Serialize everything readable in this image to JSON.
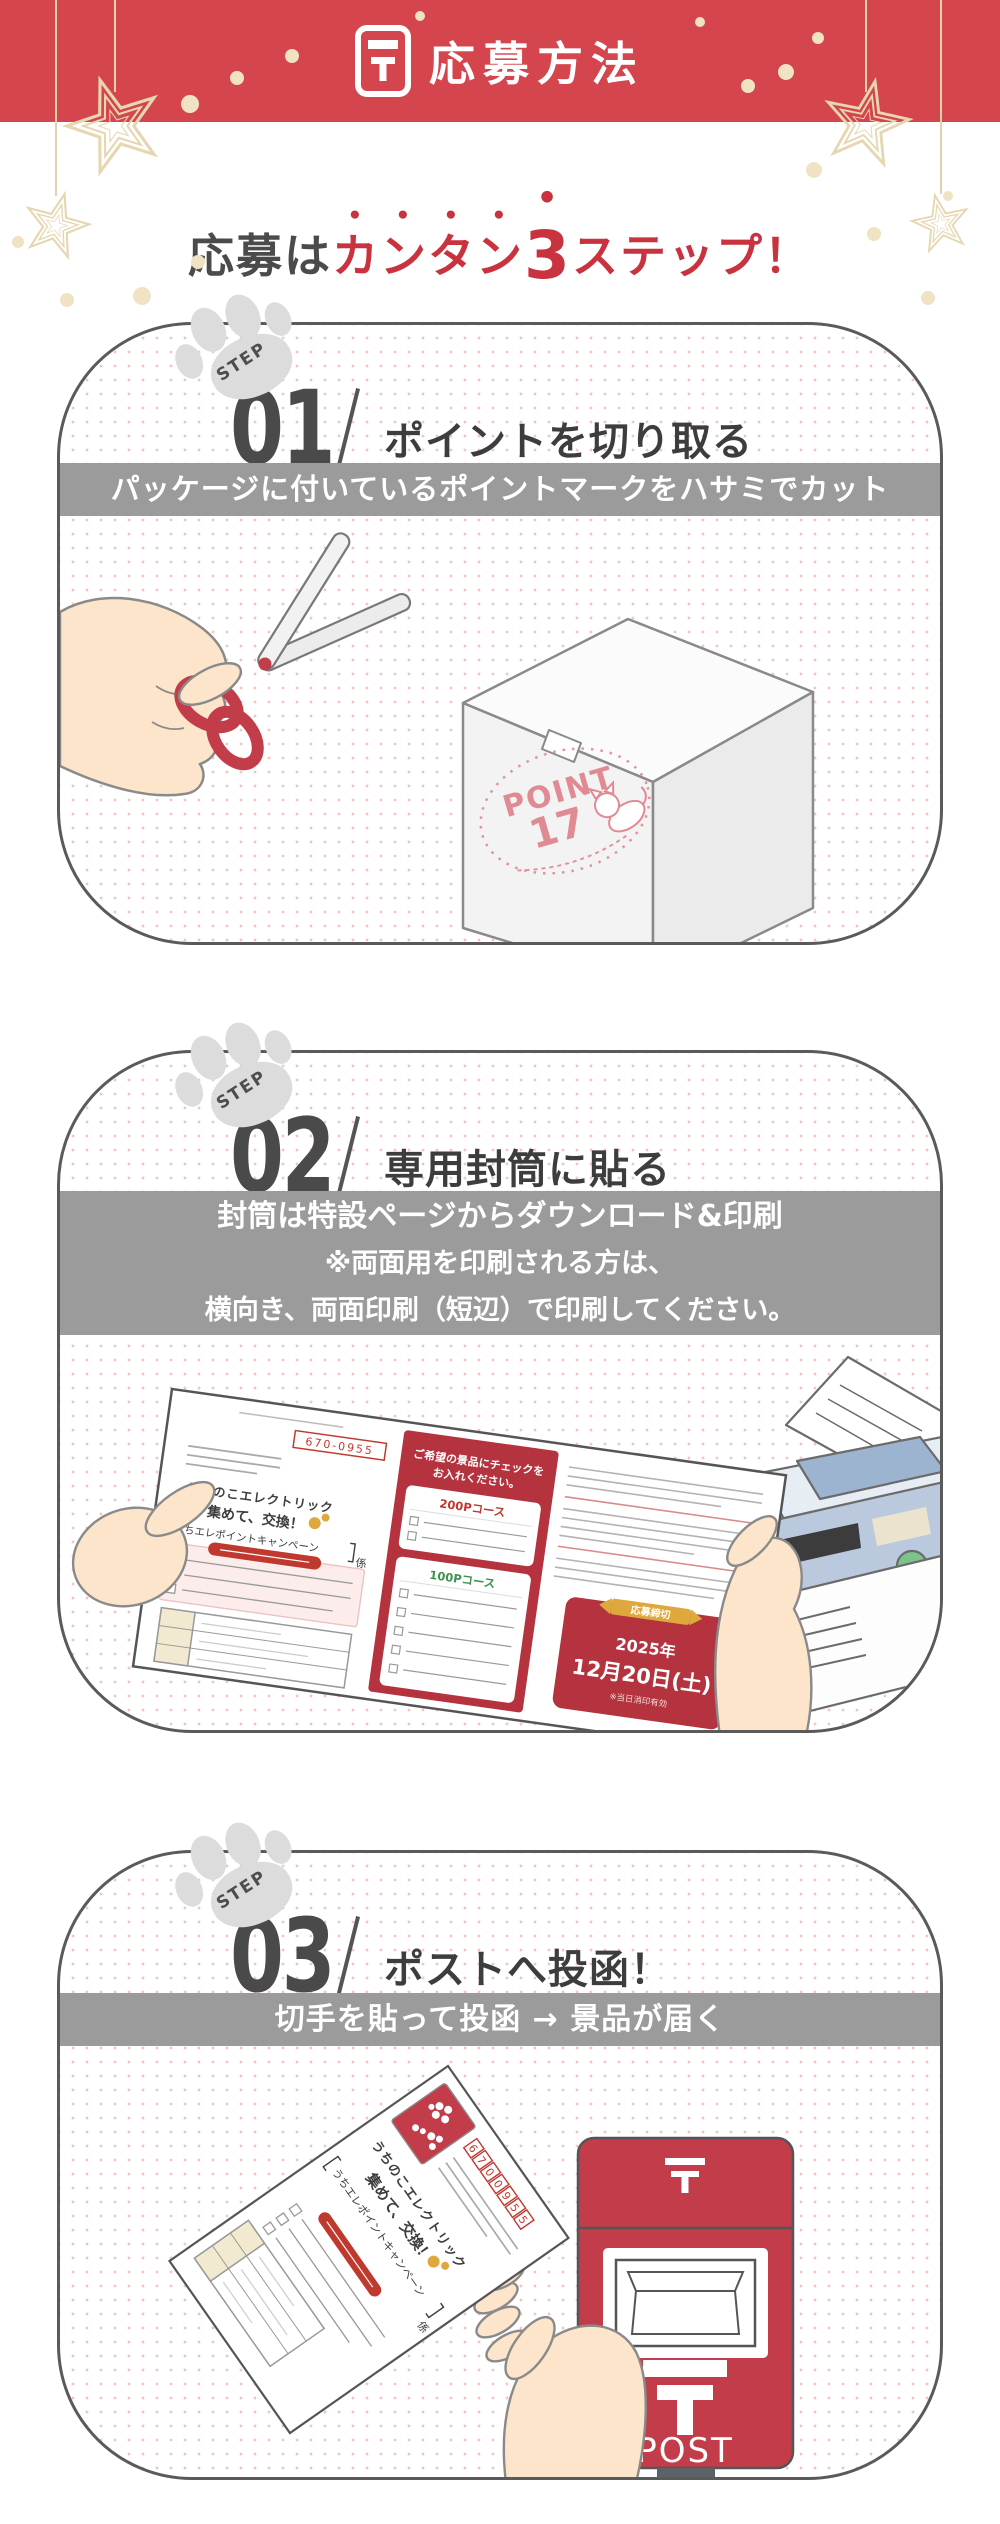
{
  "page": {
    "bg": "#ffffff"
  },
  "header": {
    "title": "応募方法",
    "bg_color": "#d4454e",
    "icon": "postal-mark-icon"
  },
  "subtitle": {
    "prefix": "応募は",
    "emphasis": "カンタン",
    "big_number": "3",
    "suffix": "ステップ！",
    "text_color": "#4b4b4b",
    "accent_color": "#c9333f"
  },
  "steps": [
    {
      "label": "STEP",
      "number": "01",
      "title": "ポイントを切り取る",
      "banner": "パッケージに付いているポイントマークをハサミでカット",
      "point_mark": {
        "word": "POINT",
        "value": "17"
      }
    },
    {
      "label": "STEP",
      "number": "02",
      "title": "専用封筒に貼る",
      "banner_lines": [
        "封筒は特設ページからダウンロード&印刷",
        "※両面用を印刷される方は、",
        "横向き、両面印刷（短辺）で印刷してください。"
      ],
      "sheet": {
        "postal_code": "670-0955",
        "brand": "うちのこエレクトリック",
        "campaign_line1": "集めて、交換！",
        "campaign_line2": "うちエレポイントキャンペーン",
        "recipient_suffix": "係",
        "choose_heading1": "ご希望の景品にチェックを",
        "choose_heading2": "お入れください。",
        "course_200": "200Pコース",
        "course_100": "100Pコース",
        "deadline_label": "応募締切",
        "deadline_year": "2025年",
        "deadline_date": "12月20日(土)",
        "deadline_note": "※当日消印有効"
      }
    },
    {
      "label": "STEP",
      "number": "03",
      "title": "ポストへ投函！",
      "banner": "切手を貼って投函 → 景品が届く",
      "postbox": {
        "postal_mark": "〒",
        "label": "POST"
      },
      "envelope": {
        "postal_digits": [
          "6",
          "7",
          "0",
          "0",
          "9",
          "5",
          "5"
        ],
        "brand": "うちのこエレクトリック",
        "campaign_line1": "集めて、交換！",
        "campaign_line2": "うちエレポイントキャンペーン",
        "recipient_suffix": "係"
      }
    }
  ],
  "colors": {
    "brand_red": "#d4454e",
    "accent_red": "#c9333f",
    "banner_gray": "#9b9b9b",
    "card_border": "#5a5a5a",
    "paw_gray": "#dcdcdc",
    "dot_pink": "#f5c4c4",
    "star_beige": "#e6d7b2",
    "postbox_red": "#c23d49",
    "form_red": "#b5333e",
    "skin": "#fce5cb",
    "gold": "#dfa83c",
    "printer_panel_blue": "#bac9dd",
    "green_button": "#7cc289"
  }
}
